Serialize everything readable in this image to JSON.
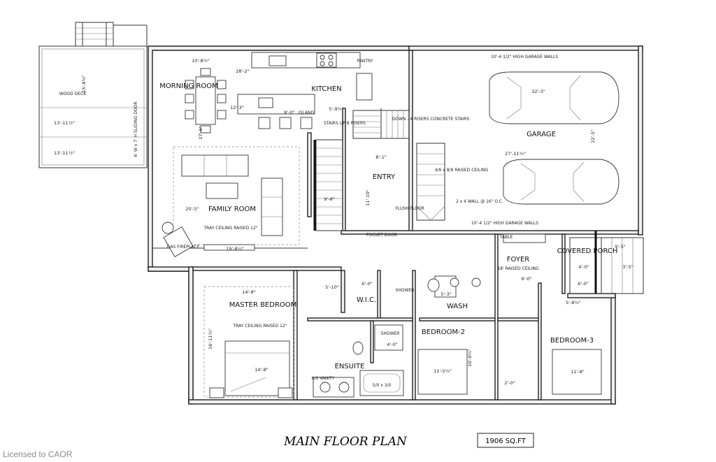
{
  "rooms": {
    "morning_room": "MORNING ROOM",
    "kitchen": "KITCHEN",
    "family_room": "FAMILY ROOM",
    "entry": "ENTRY",
    "garage": "GARAGE",
    "foyer": "FOYER",
    "covered_porch": "COVERED PORCH",
    "master_bedroom": "MASTER BEDROOM",
    "wic": "W.I.C.",
    "wash": "WASH",
    "bedroom2": "BEDROOM-2",
    "bedroom3": "BEDROOM-3",
    "ensuite": "ENSUITE",
    "wood_deck": "WOOD DECK",
    "pantry": "PANTRY",
    "shower_main": "SHOWER",
    "shower_wash": "SHOWER"
  },
  "notes": {
    "tray_family": "TRAY CEILING RAISED 12\"",
    "tray_master": "TRAY CEILING RAISED 12\"",
    "gas_fireplace": "GAS FIREPLACE",
    "raised_ceiling": "4/6 x 8/9 RAISED CEILING",
    "wall_note": "2 x 4 WALL @ 16\" O.C",
    "garage_walls_top": "10'-4 1/2\" HIGH GARAGE WALLS",
    "garage_walls_bottom": "10'-4 1/2\" HIGH GARAGE WALLS",
    "foyer_ceiling": "18' RAISED CEILING",
    "concrete_stairs": "DOWN - 4 RISERS CONCRETE STAIRS",
    "stairs_up": "STAIRS UP 8 RISERS",
    "flush_floor": "FLUSH FLOOR",
    "pocket_door": "POCKET DOOR",
    "island": "ISLAND",
    "vanity": "6/0 VANITY",
    "tub": "5/0 x 3/0",
    "table": "TABLE",
    "sliding_door": "6' W x 7' H SLIDING DOOR"
  },
  "dims": {
    "d_10_8": "10'-8½\"",
    "d_28_2": "28'-2\"",
    "d_12_3": "12'-3\"",
    "d_8_0": "8'-0\"",
    "d_5_9": "5'-9½\"",
    "d_27_6": "27'-6\"",
    "d_20_5": "20'-5\"",
    "d_19_8": "19'-8½\"",
    "d_15_8": "15'-8½\"",
    "d_13_11a": "13'-11½\"",
    "d_13_11b": "13'-11½\"",
    "d_32_3": "32'-3\"",
    "d_27_11": "27'-11½\"",
    "d_22_5": "22'-5\"",
    "d_8_1": "8'-1\"",
    "d_11_10": "11'-10\"",
    "d_9_8": "9'-8\"",
    "d_14_8a": "14'-8\"",
    "d_14_8b": "14'-8\"",
    "d_16_11": "16'-11½\"",
    "d_5_10": "5'-10\"",
    "d_6_0": "6'-0\"",
    "d_9_0": "9'-0\"",
    "d_5_3": "5'-3\"",
    "d_4_0a": "4'-0\"",
    "d_4_0b": "4'-0\"",
    "d_6_0b": "6'-0\"",
    "d_9_5": "9'-5\"",
    "d_3_5": "3'-5\"",
    "d_11_5": "11'-5½\"",
    "d_10_0": "10'-0½\"",
    "d_11_8": "11'-8\"",
    "d_5_8": "5'-8½\"",
    "d_2_0": "2'-0\""
  },
  "footer": {
    "title": "MAIN FLOOR PLAN",
    "area": "1906 SQ.FT",
    "credit": "Licensed to CAOR"
  }
}
